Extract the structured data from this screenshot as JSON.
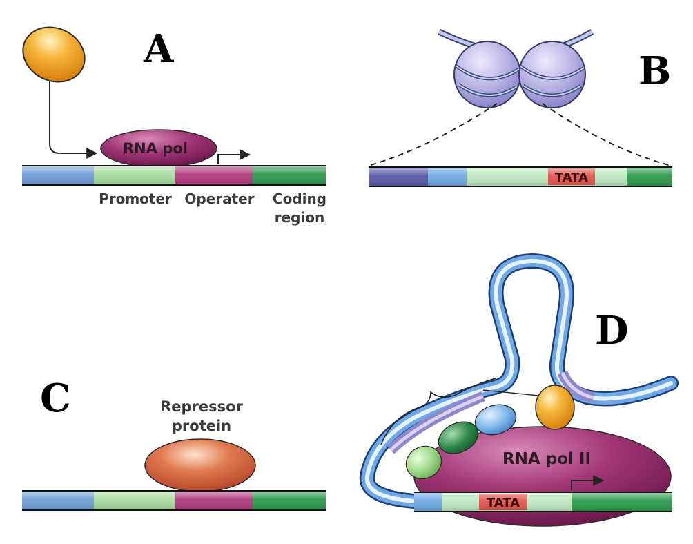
{
  "panels": {
    "a": {
      "letter": "A",
      "rna_pol": "RNA pol",
      "promoter": "Promoter",
      "operator": "Operater",
      "coding_line1": "Coding",
      "coding_line2": "region"
    },
    "b": {
      "letter": "B",
      "tata": "TATA"
    },
    "c": {
      "letter": "C",
      "repressor_line1": "Repressor",
      "repressor_line2": "protein"
    },
    "d": {
      "letter": "D",
      "rna_pol_ii": "RNA pol II",
      "tata": "TATA"
    }
  },
  "colors": {
    "blue_segment": "#6f9fd6",
    "promoter_green": "#a8dca0",
    "operator_magenta": "#b03b7e",
    "coding_green": "#2c9a4d",
    "rna_pol": "#9a2f6e",
    "activator_orange": "#f2a326",
    "repressor": "#d9613a",
    "nucleosome": "#b9b4e6",
    "tata_red": "#e0574f"
  }
}
